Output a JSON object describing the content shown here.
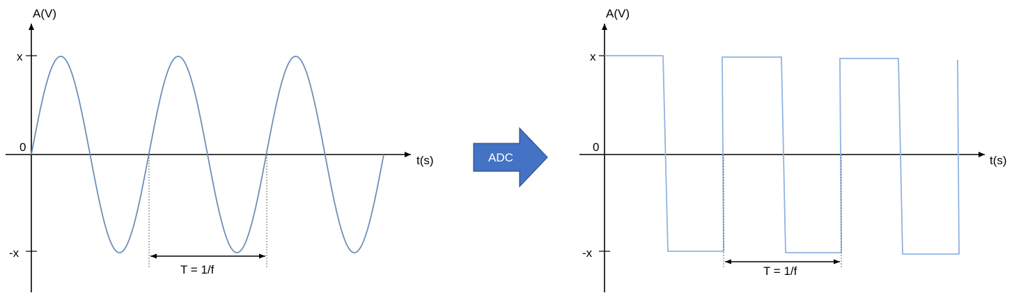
{
  "colors": {
    "sine_wave": "#6d8fb6",
    "square_wave": "#8fb3e0",
    "adc_arrow_fill": "#4472c4",
    "adc_arrow_stroke": "#2f528f",
    "axis": "#000000"
  },
  "adc_arrow": {
    "label": "ADC"
  },
  "left_plot": {
    "y_axis_label": "A(V)",
    "x_axis_label": "t(s)",
    "tick_top": "x",
    "tick_zero": "0",
    "tick_bottom": "-x",
    "period_label": "T = 1/f"
  },
  "right_plot": {
    "y_axis_label": "A(V)",
    "x_axis_label": "t(s)",
    "tick_top": "x",
    "tick_zero": "0",
    "tick_bottom": "-x",
    "period_label": "T = 1/f"
  },
  "chart_data": [
    {
      "type": "line",
      "title": "",
      "xlabel": "t(s)",
      "ylabel": "A(V)",
      "yticks": [
        "-x",
        "0",
        "x"
      ],
      "series": [
        {
          "shape": "sine",
          "amplitude": 1,
          "cycles": 3,
          "period_label": "T = 1/f"
        }
      ]
    },
    {
      "type": "line",
      "title": "",
      "xlabel": "t(s)",
      "ylabel": "A(V)",
      "yticks": [
        "-x",
        "0",
        "x"
      ],
      "series": [
        {
          "shape": "square",
          "amplitude": 1,
          "cycles": 3,
          "period_label": "T = 1/f"
        }
      ]
    }
  ]
}
